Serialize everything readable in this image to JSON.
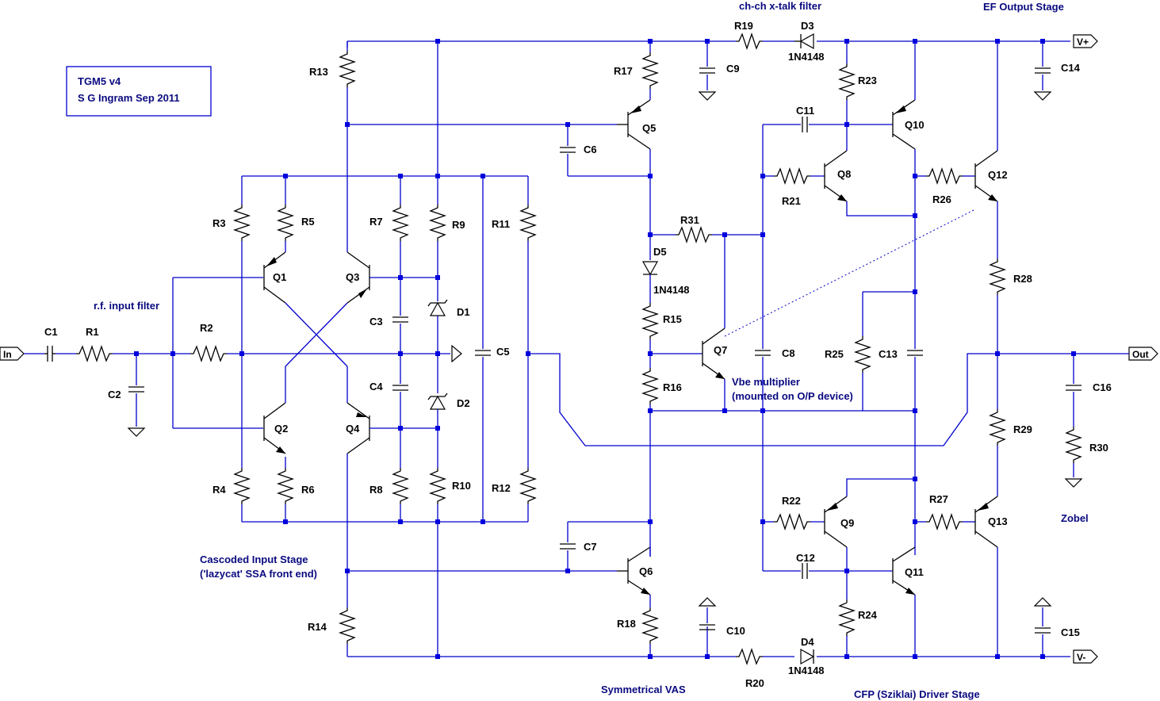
{
  "title_box": {
    "line1": "TGM5 v4",
    "line2": "S G Ingram  Sep 2011"
  },
  "annotations": {
    "xtalk": "ch-ch x-talk filter",
    "ef_output": "EF Output Stage",
    "rf_input": "r.f. input filter",
    "cascode_1": "Cascoded Input Stage",
    "cascode_2": "('lazycat' SSA front end)",
    "vbe_1": "Vbe multiplier",
    "vbe_2": "(mounted on O/P device)",
    "vas": "Symmetrical VAS",
    "cfp": "CFP (Sziklai) Driver Stage",
    "zobel": "Zobel"
  },
  "nets": {
    "in": "In",
    "out": "Out",
    "vplus": "V+",
    "vminus": "V-"
  },
  "parts": {
    "C1": "C1",
    "R1": "R1",
    "C2": "C2",
    "R2": "R2",
    "R3": "R3",
    "R4": "R4",
    "R5": "R5",
    "R6": "R6",
    "R7": "R7",
    "R8": "R8",
    "R9": "R9",
    "R10": "R10",
    "R11": "R11",
    "R12": "R12",
    "R13": "R13",
    "R14": "R14",
    "Q1": "Q1",
    "Q2": "Q2",
    "Q3": "Q3",
    "Q4": "Q4",
    "C3": "C3",
    "C4": "C4",
    "C5": "C5",
    "D1": "D1",
    "D2": "D2",
    "Q5": "Q5",
    "Q6": "Q6",
    "C6": "C6",
    "C7": "C7",
    "R17": "R17",
    "R18": "R18",
    "R19": "R19",
    "R20": "R20",
    "C9": "C9",
    "C10": "C10",
    "D3": "D3",
    "D4": "D4",
    "D3_val": "1N4148",
    "D4_val": "1N4148",
    "D5": "D5",
    "D5_val": "1N4148",
    "R31": "R31",
    "R15": "R15",
    "R16": "R16",
    "Q7": "Q7",
    "C8": "C8",
    "C11": "C11",
    "C12": "C12",
    "R21": "R21",
    "R22": "R22",
    "Q8": "Q8",
    "Q9": "Q9",
    "R23": "R23",
    "R24": "R24",
    "Q10": "Q10",
    "Q11": "Q11",
    "R25": "R25",
    "C13": "C13",
    "R26": "R26",
    "R27": "R27",
    "Q12": "Q12",
    "Q13": "Q13",
    "R28": "R28",
    "R29": "R29",
    "C14": "C14",
    "C15": "C15",
    "C16": "C16",
    "R30": "R30"
  },
  "colors": {
    "wire": "#0000cc",
    "component": "#000000",
    "note": "#0a0a80",
    "junction": "#0000dd"
  }
}
